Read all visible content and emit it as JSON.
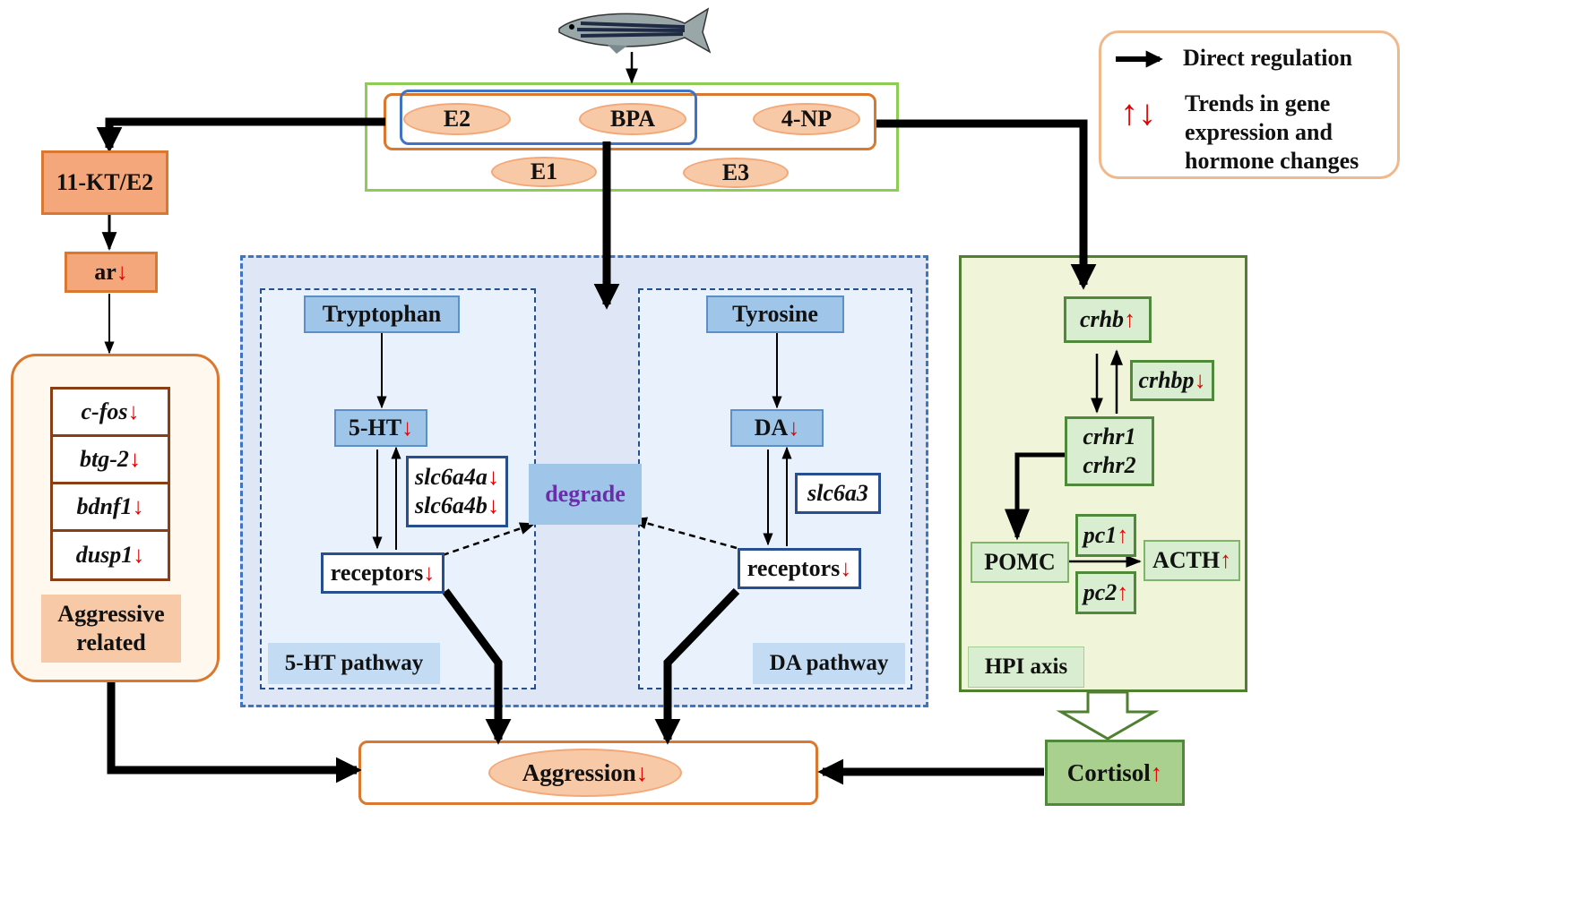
{
  "hormones": {
    "e2": "E2",
    "bpa": "BPA",
    "np4": "4-NP",
    "e1": "E1",
    "e3": "E3"
  },
  "left": {
    "kt_e2": "11-KT/E2",
    "ar": "ar",
    "genes": [
      "c-fos",
      "btg-2",
      "bdnf1",
      "dusp1"
    ],
    "aggressive_related": [
      "Aggressive",
      "related"
    ]
  },
  "ht_pathway": {
    "tryptophan": "Tryptophan",
    "ht5": "5-HT",
    "transporters": [
      "slc6a4a",
      "slc6a4b"
    ],
    "receptors": "receptors",
    "label": "5-HT pathway"
  },
  "degrade": "degrade",
  "da_pathway": {
    "tyrosine": "Tyrosine",
    "da": "DA",
    "transporter": "slc6a3",
    "receptors": "receptors",
    "label": "DA pathway"
  },
  "hpi": {
    "crhb": "crhb",
    "crhbp": "crhbp",
    "crhr": [
      "crhr1",
      "crhr2"
    ],
    "pomc": "POMC",
    "pc1": "pc1",
    "pc2": "pc2",
    "acth": "ACTH",
    "label": "HPI axis"
  },
  "cortisol": "Cortisol",
  "aggression": "Aggression",
  "legend": {
    "direct": "Direct regulation",
    "trends": [
      "Trends in gene",
      "expression and",
      "hormone changes"
    ]
  },
  "colors": {
    "down_arrow": "#e00000",
    "up_arrow": "#e00000",
    "green_frame": "#8dcc55",
    "blue_dashed": "#3f73c4",
    "orange_frame": "#d9782e"
  }
}
